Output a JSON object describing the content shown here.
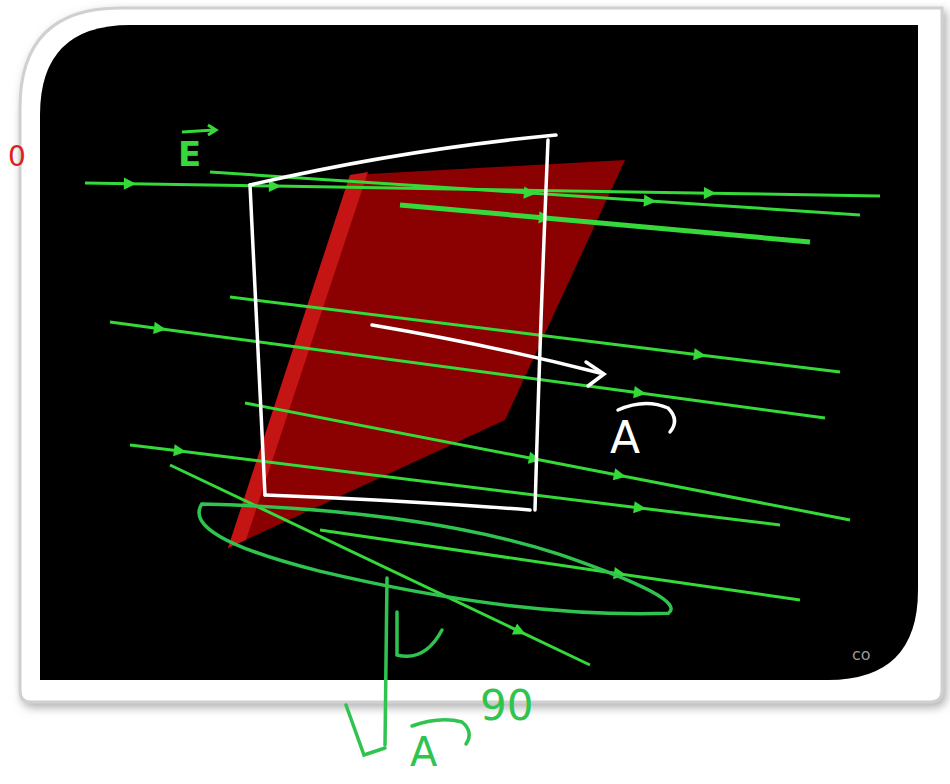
{
  "diagram": {
    "labels": [
      "0",
      "E",
      "A",
      "90",
      "A",
      "co"
    ]
  }
}
